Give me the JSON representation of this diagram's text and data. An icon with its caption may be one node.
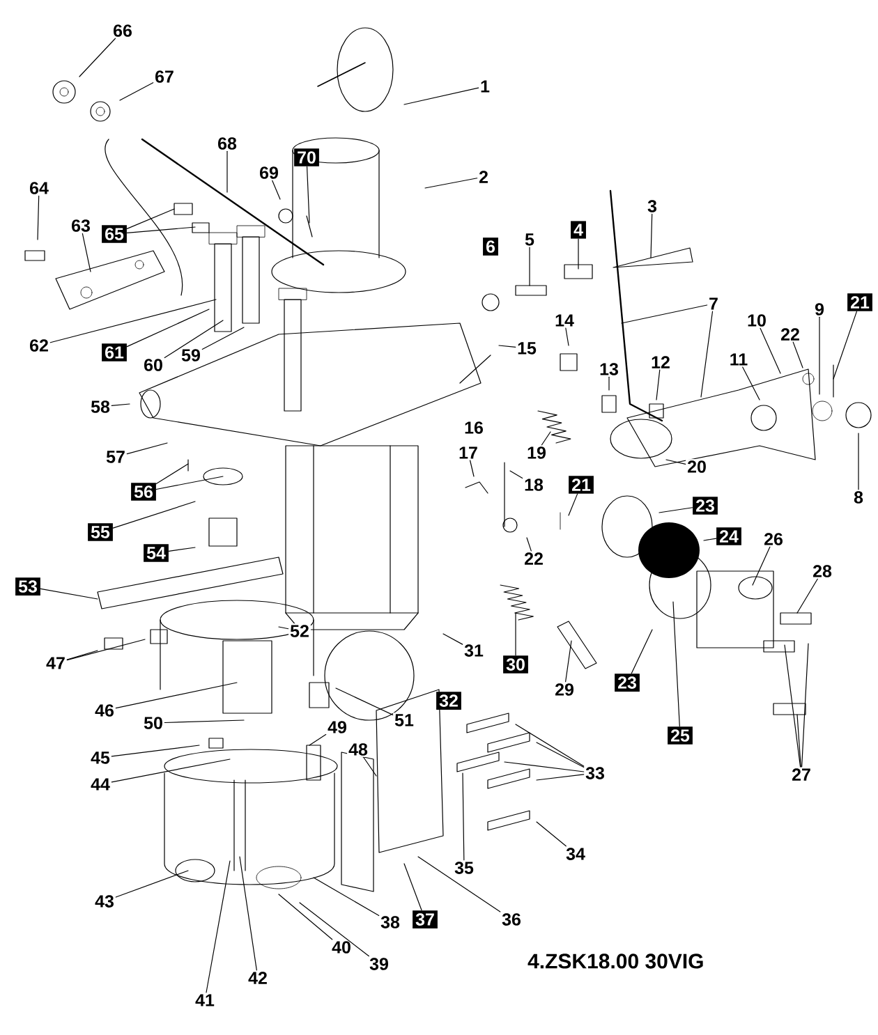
{
  "diagram": {
    "nodes": [
      {
        "text": [
          "1"
        ]
      },
      {
        "text": [
          "2"
        ]
      },
      {
        "text": [
          "3"
        ]
      },
      {
        "text": [
          "4"
        ]
      },
      {
        "text": [
          "5"
        ]
      },
      {
        "text": [
          "6"
        ]
      },
      {
        "text": [
          "7"
        ]
      },
      {
        "text": [
          "8"
        ]
      },
      {
        "text": [
          "9"
        ]
      },
      {
        "text": [
          "10"
        ]
      },
      {
        "text": [
          "11"
        ]
      },
      {
        "text": [
          "12"
        ]
      },
      {
        "text": [
          "13"
        ]
      },
      {
        "text": [
          "14"
        ]
      },
      {
        "text": [
          "15"
        ]
      },
      {
        "text": [
          "16"
        ]
      },
      {
        "text": [
          "17"
        ]
      },
      {
        "text": [
          "18"
        ]
      },
      {
        "text": [
          "19"
        ]
      },
      {
        "text": [
          "20"
        ]
      },
      {
        "text": [
          "21"
        ]
      },
      {
        "text": [
          "21"
        ]
      },
      {
        "text": [
          "22"
        ]
      },
      {
        "text": [
          "22"
        ]
      },
      {
        "text": [
          "23"
        ]
      },
      {
        "text": [
          "23"
        ]
      },
      {
        "text": [
          "24"
        ]
      },
      {
        "text": [
          "25"
        ]
      },
      {
        "text": [
          "26"
        ]
      },
      {
        "text": [
          "27"
        ]
      },
      {
        "text": [
          "28"
        ]
      },
      {
        "text": [
          "29"
        ]
      },
      {
        "text": [
          "30"
        ]
      },
      {
        "text": [
          "31"
        ]
      },
      {
        "text": [
          "32"
        ]
      },
      {
        "text": [
          "33"
        ]
      },
      {
        "text": [
          "34"
        ]
      },
      {
        "text": [
          "35"
        ]
      },
      {
        "text": [
          "36"
        ]
      },
      {
        "text": [
          "37"
        ]
      },
      {
        "text": [
          "38"
        ]
      },
      {
        "text": [
          "39"
        ]
      },
      {
        "text": [
          "40"
        ]
      },
      {
        "text": [
          "41"
        ]
      },
      {
        "text": [
          "42"
        ]
      },
      {
        "text": [
          "43"
        ]
      },
      {
        "text": [
          "44"
        ]
      },
      {
        "text": [
          "45"
        ]
      },
      {
        "text": [
          "46"
        ]
      },
      {
        "text": [
          "47"
        ]
      },
      {
        "text": [
          "48"
        ]
      },
      {
        "text": [
          "49"
        ]
      },
      {
        "text": [
          "50"
        ]
      },
      {
        "text": [
          "51"
        ]
      },
      {
        "text": [
          "52"
        ]
      },
      {
        "text": [
          "53"
        ]
      },
      {
        "text": [
          "54"
        ]
      },
      {
        "text": [
          "55"
        ]
      },
      {
        "text": [
          "56"
        ]
      },
      {
        "text": [
          "57"
        ]
      },
      {
        "text": [
          "58"
        ]
      },
      {
        "text": [
          "59"
        ]
      },
      {
        "text": [
          "60"
        ]
      },
      {
        "text": [
          "61"
        ]
      },
      {
        "text": [
          "62"
        ]
      },
      {
        "text": [
          "63"
        ]
      },
      {
        "text": [
          "64"
        ]
      },
      {
        "text": [
          "65"
        ]
      },
      {
        "text": [
          "66"
        ]
      },
      {
        "text": [
          "67"
        ]
      },
      {
        "text": [
          "68"
        ]
      },
      {
        "text": [
          "69"
        ]
      },
      {
        "text": [
          "70"
        ]
      }
    ],
    "edges": [
      {
        "from": 0,
        "to": null,
        "arrow": "none"
      },
      {
        "from": 1,
        "to": null,
        "arrow": "none"
      },
      {
        "from": 2,
        "to": null,
        "arrow": "none"
      },
      {
        "from": 3,
        "to": null,
        "arrow": "none"
      },
      {
        "from": 4,
        "to": null,
        "arrow": "none"
      },
      {
        "from": 6,
        "to": null,
        "arrow": "none"
      },
      {
        "from": 6,
        "to": null,
        "arrow": "none"
      },
      {
        "from": 7,
        "to": null,
        "arrow": "none"
      },
      {
        "from": 8,
        "to": null,
        "arrow": "none"
      },
      {
        "from": 9,
        "to": null,
        "arrow": "none"
      },
      {
        "from": 10,
        "to": null,
        "arrow": "none"
      },
      {
        "from": 11,
        "to": null,
        "arrow": "none"
      },
      {
        "from": 12,
        "to": null,
        "arrow": "none"
      },
      {
        "from": 13,
        "to": null,
        "arrow": "none"
      },
      {
        "from": 14,
        "to": null,
        "arrow": "none"
      },
      {
        "from": 16,
        "to": null,
        "arrow": "none"
      },
      {
        "from": 17,
        "to": null,
        "arrow": "none"
      },
      {
        "from": 18,
        "to": null,
        "arrow": "none"
      },
      {
        "from": 19,
        "to": null,
        "arrow": "none"
      },
      {
        "from": 20,
        "to": null,
        "arrow": "none"
      },
      {
        "from": 21,
        "to": null,
        "arrow": "none"
      },
      {
        "from": 22,
        "to": null,
        "arrow": "none"
      },
      {
        "from": 23,
        "to": null,
        "arrow": "none"
      },
      {
        "from": 24,
        "to": null,
        "arrow": "none"
      },
      {
        "from": 25,
        "to": null,
        "arrow": "none"
      },
      {
        "from": 26,
        "to": null,
        "arrow": "none"
      },
      {
        "from": 27,
        "to": null,
        "arrow": "none"
      },
      {
        "from": 28,
        "to": null,
        "arrow": "none"
      },
      {
        "from": 29,
        "to": null,
        "arrow": "none"
      },
      {
        "from": 29,
        "to": null,
        "arrow": "none"
      },
      {
        "from": 29,
        "to": null,
        "arrow": "none"
      },
      {
        "from": 30,
        "to": null,
        "arrow": "none"
      },
      {
        "from": 31,
        "to": null,
        "arrow": "none"
      },
      {
        "from": 32,
        "to": null,
        "arrow": "none"
      },
      {
        "from": 33,
        "to": null,
        "arrow": "none"
      },
      {
        "from": 35,
        "to": null,
        "arrow": "none"
      },
      {
        "from": 35,
        "to": null,
        "arrow": "none"
      },
      {
        "from": 35,
        "to": null,
        "arrow": "none"
      },
      {
        "from": 35,
        "to": null,
        "arrow": "none"
      },
      {
        "from": 36,
        "to": null,
        "arrow": "none"
      },
      {
        "from": 37,
        "to": null,
        "arrow": "none"
      },
      {
        "from": 38,
        "to": null,
        "arrow": "none"
      },
      {
        "from": 39,
        "to": null,
        "arrow": "none"
      },
      {
        "from": 40,
        "to": null,
        "arrow": "none"
      },
      {
        "from": 41,
        "to": null,
        "arrow": "none"
      },
      {
        "from": 42,
        "to": null,
        "arrow": "none"
      },
      {
        "from": 43,
        "to": null,
        "arrow": "none"
      },
      {
        "from": 44,
        "to": null,
        "arrow": "none"
      },
      {
        "from": 45,
        "to": null,
        "arrow": "none"
      },
      {
        "from": 46,
        "to": null,
        "arrow": "none"
      },
      {
        "from": 47,
        "to": null,
        "arrow": "none"
      },
      {
        "from": 48,
        "to": null,
        "arrow": "none"
      },
      {
        "from": 49,
        "to": null,
        "arrow": "none"
      },
      {
        "from": 49,
        "to": null,
        "arrow": "none"
      },
      {
        "from": 50,
        "to": null,
        "arrow": "none"
      },
      {
        "from": 51,
        "to": null,
        "arrow": "none"
      },
      {
        "from": 52,
        "to": null,
        "arrow": "none"
      },
      {
        "from": 53,
        "to": null,
        "arrow": "none"
      },
      {
        "from": 54,
        "to": null,
        "arrow": "none"
      },
      {
        "from": 55,
        "to": null,
        "arrow": "none"
      },
      {
        "from": 56,
        "to": null,
        "arrow": "none"
      },
      {
        "from": 57,
        "to": null,
        "arrow": "none"
      },
      {
        "from": 58,
        "to": null,
        "arrow": "none"
      },
      {
        "from": 58,
        "to": null,
        "arrow": "none"
      },
      {
        "from": 59,
        "to": null,
        "arrow": "none"
      },
      {
        "from": 60,
        "to": null,
        "arrow": "none"
      },
      {
        "from": 61,
        "to": null,
        "arrow": "none"
      },
      {
        "from": 62,
        "to": null,
        "arrow": "none"
      },
      {
        "from": 63,
        "to": null,
        "arrow": "none"
      },
      {
        "from": 64,
        "to": null,
        "arrow": "none"
      },
      {
        "from": 65,
        "to": null,
        "arrow": "none"
      },
      {
        "from": 66,
        "to": null,
        "arrow": "none"
      },
      {
        "from": 67,
        "to": null,
        "arrow": "none"
      },
      {
        "from": 67,
        "to": null,
        "arrow": "none"
      },
      {
        "from": 68,
        "to": null,
        "arrow": "none"
      },
      {
        "from": 69,
        "to": null,
        "arrow": "none"
      },
      {
        "from": 70,
        "to": null,
        "arrow": "none"
      },
      {
        "from": 71,
        "to": null,
        "arrow": "none"
      },
      {
        "from": 72,
        "to": null,
        "arrow": "none"
      }
    ],
    "labels": [
      "4.ZSK18.00 30VIG"
    ]
  }
}
